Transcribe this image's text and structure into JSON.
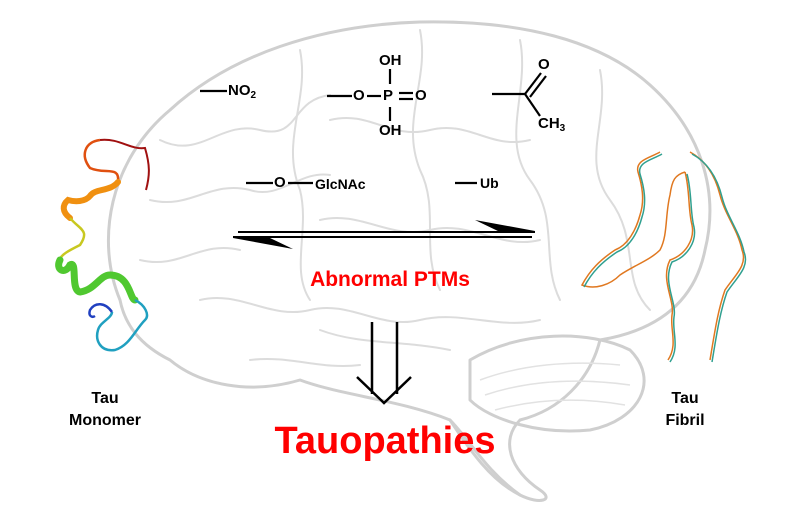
{
  "diagram": {
    "title": "Tauopathies",
    "equilibrium_label": "Abnormal PTMs",
    "colors": {
      "accent": "#ff0000",
      "text": "#000000",
      "brain_outline": "#c8c8c8"
    },
    "left_species": {
      "line1": "Tau",
      "line2": "Monomer",
      "icon": "tau-monomer-ribbon-icon"
    },
    "right_species": {
      "line1": "Tau",
      "line2": "Fibril",
      "icon": "tau-fibril-strands-icon"
    },
    "modifications": [
      {
        "name": "nitration",
        "text": "NO",
        "sub": "2"
      },
      {
        "name": "phosphorylation",
        "o_link": "O",
        "p": "P",
        "oh_top": "OH",
        "oh_bottom": "OH",
        "double_o": "O"
      },
      {
        "name": "acetylation",
        "o": "O",
        "methyl": "CH",
        "sub": "3"
      },
      {
        "name": "o-glcnacylation",
        "o": "O",
        "sugar": "GlcNAc"
      },
      {
        "name": "ubiquitination",
        "text": "Ub"
      }
    ]
  }
}
